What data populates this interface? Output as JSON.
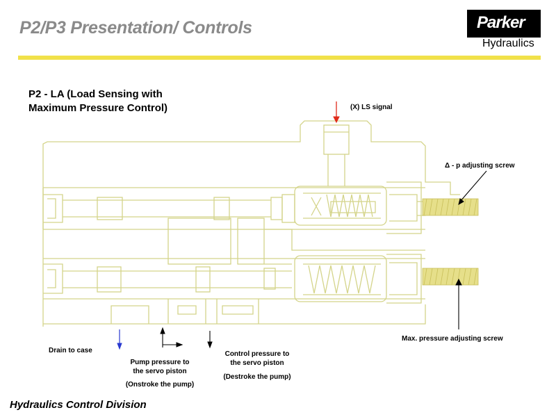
{
  "header": {
    "title": "P2/P3 Presentation/ Controls",
    "logo_brand": "Parker",
    "logo_sub": "Hydraulics"
  },
  "diagram": {
    "title_line1": "P2 - LA (Load Sensing with",
    "title_line2": "Maximum Pressure Control)",
    "labels": {
      "ls_signal": "(X) LS signal",
      "dp_screw": "Δ - p adjusting screw",
      "max_screw": "Max. pressure adjusting screw",
      "drain": "Drain to case",
      "pump_line1": "Pump pressure to",
      "pump_line2": "the servo piston",
      "pump_line3": "(Onstroke the pump)",
      "control_line1": "Control pressure to",
      "control_line2": "the servo piston",
      "control_line3": "(Destroke the pump)"
    },
    "colors": {
      "outline": "#d4d48a",
      "spring_fill": "#e6df8a",
      "ls_arrow": "#e02a1a",
      "drain_arrow": "#2a3ad0",
      "accent_rule": "#f1e14a"
    }
  },
  "footer": {
    "division": "Hydraulics Control Division"
  }
}
